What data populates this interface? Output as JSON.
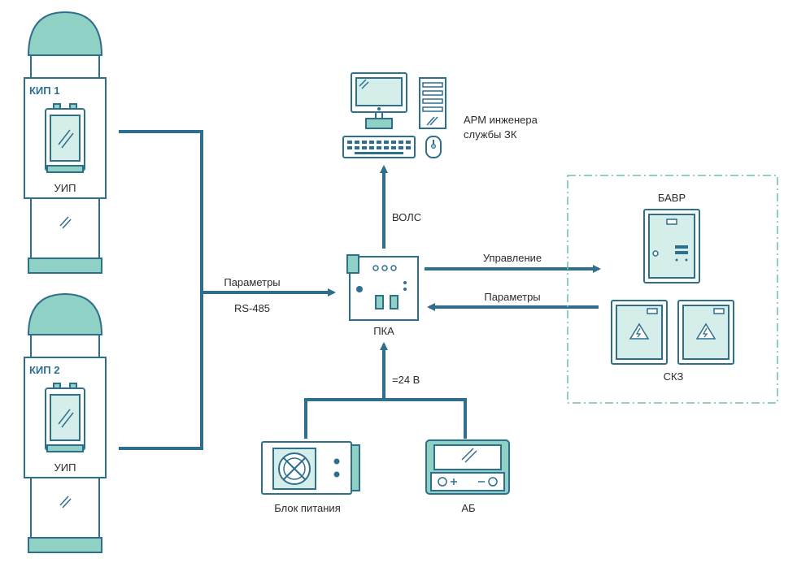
{
  "kip1": {
    "title": "КИП 1",
    "device_label": "УИП"
  },
  "kip2": {
    "title": "КИП 2",
    "device_label": "УИП"
  },
  "links": {
    "params_left": "Параметры",
    "rs485": "RS-485",
    "wols": "ВОЛС",
    "control": "Управление",
    "params_right": "Параметры",
    "voltage": "=24 В"
  },
  "pka": {
    "label": "ПКА"
  },
  "arm": {
    "label_line1": "АРМ инженера",
    "label_line2": "службы ЗК"
  },
  "bavr": {
    "label": "БАВР"
  },
  "skz": {
    "label": "СКЗ"
  },
  "power_supply": {
    "label": "Блок питания"
  },
  "battery": {
    "label": "АБ"
  },
  "colors": {
    "line": "#2e6f8e",
    "fill_teal": "#8fd1c5",
    "fill_light": "#d6eeea",
    "dashed_frame": "#6fc1a8"
  }
}
